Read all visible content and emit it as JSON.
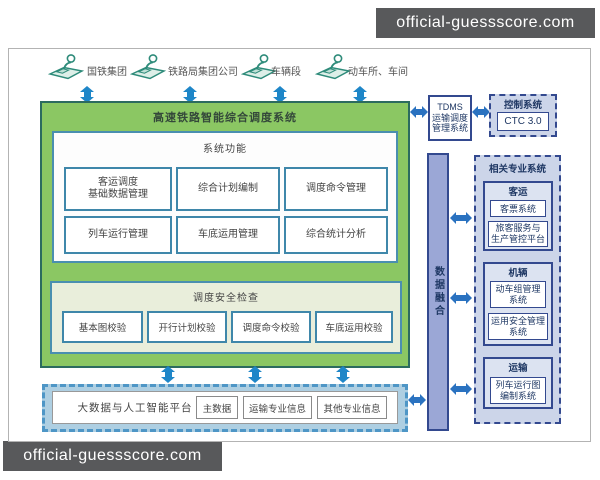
{
  "watermarks": {
    "top_right": "official-guessscore.com",
    "bottom_left": "official-guessscore.com"
  },
  "colors": {
    "system_green": "#8bc763",
    "green_border": "#2c6b5f",
    "teal_blue_border": "#3f87aa",
    "safety_fill": "#e9eedb",
    "platform_fill": "#aecfe2",
    "platform_border": "#4e96c6",
    "navy_border": "#33498f",
    "panel_lavender": "#ccd5e9",
    "fusion_bar": "#9ba7d6",
    "arrow_blue": "#1e86c8",
    "navy_text": "#1f3864"
  },
  "external_entities": {
    "items": [
      {
        "label": "国铁集团"
      },
      {
        "label": "铁路局集团公司"
      },
      {
        "label": "车辆段"
      },
      {
        "label": "动车所、车间"
      }
    ]
  },
  "main_system": {
    "title": "高速铁路智能综合调度系统",
    "functions": {
      "title": "系统功能",
      "items": [
        "客运调度\n基础数据管理",
        "综合计划编制",
        "调度命令管理",
        "列车运行管理",
        "车底运用管理",
        "综合统计分析"
      ]
    },
    "safety_check": {
      "title": "调度安全检查",
      "items": [
        "基本图校验",
        "开行计划校验",
        "调度命令校验",
        "车底运用校验"
      ]
    }
  },
  "platform": {
    "title": "大数据与人工智能平台",
    "items": [
      "主数据",
      "运输专业信息",
      "其他专业信息"
    ]
  },
  "tdms": {
    "label": "TDMS\n运输调度\n管理系统"
  },
  "control_system": {
    "title": "控制系统",
    "subsystem": "CTC 3.0"
  },
  "data_fusion": {
    "label": "数据融合"
  },
  "related_systems": {
    "title": "相关专业系统",
    "groups": [
      {
        "title": "客运",
        "items": [
          "客票系统",
          "旅客服务与\n生产管控平台"
        ]
      },
      {
        "title": "机辆",
        "items": [
          "动车组管理\n系统",
          "运用安全管理\n系统"
        ]
      },
      {
        "title": "运输",
        "items": [
          "列车运行图\n编制系统"
        ]
      }
    ]
  }
}
